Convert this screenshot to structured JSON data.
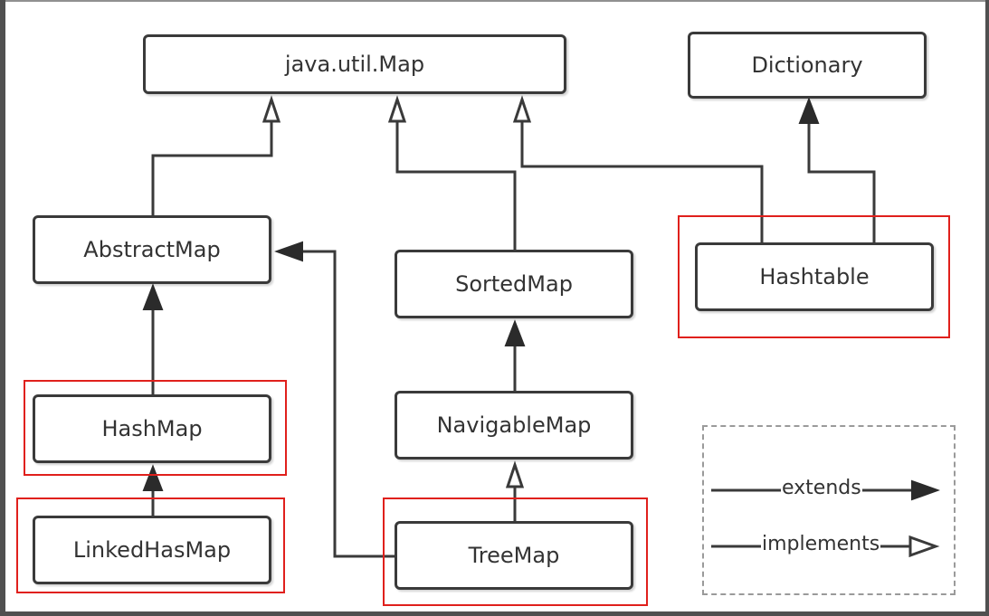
{
  "nodes": {
    "map": "java.util.Map",
    "dictionary": "Dictionary",
    "abstract_map": "AbstractMap",
    "sorted_map": "SortedMap",
    "hashtable": "Hashtable",
    "hash_map": "HashMap",
    "navigable_map": "NavigableMap",
    "linked_hash_map": "LinkedHasMap",
    "tree_map": "TreeMap"
  },
  "legend": {
    "extends": "extends",
    "implements": "implements"
  },
  "relations": [
    {
      "from": "abstract_map",
      "to": "map",
      "type": "implements"
    },
    {
      "from": "sorted_map",
      "to": "map",
      "type": "implements"
    },
    {
      "from": "hashtable",
      "to": "map",
      "type": "implements"
    },
    {
      "from": "hashtable",
      "to": "dictionary",
      "type": "extends"
    },
    {
      "from": "hash_map",
      "to": "abstract_map",
      "type": "extends"
    },
    {
      "from": "linked_hash_map",
      "to": "hash_map",
      "type": "extends"
    },
    {
      "from": "navigable_map",
      "to": "sorted_map",
      "type": "extends"
    },
    {
      "from": "tree_map",
      "to": "navigable_map",
      "type": "implements"
    },
    {
      "from": "tree_map",
      "to": "abstract_map",
      "type": "extends"
    }
  ],
  "highlighted": [
    "hashtable",
    "hash_map",
    "linked_hash_map",
    "tree_map"
  ],
  "colors": {
    "highlight": "#e0201c",
    "stroke": "#3a3a3a",
    "legend_border": "#9a9a9a"
  }
}
